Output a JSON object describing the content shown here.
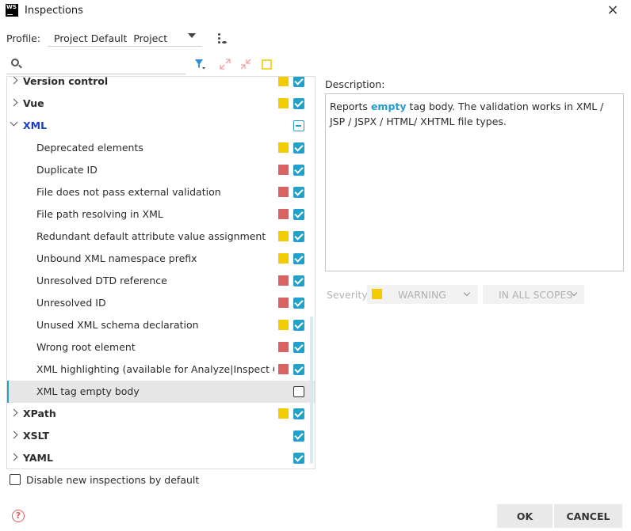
{
  "window": {
    "title": "Inspections",
    "app_logo_text": "WS"
  },
  "profile": {
    "label": "Profile:",
    "value": "Project Default  Project"
  },
  "search": {
    "placeholder": ""
  },
  "colors": {
    "accent": "#21a0c9",
    "warning": "#f2cb00",
    "error": "#da6363",
    "group_highlight": "#1a3ebf"
  },
  "tree": {
    "rows": [
      {
        "label": "Version control",
        "kind": "group",
        "expanded": false,
        "severity": "warning",
        "checked": "on"
      },
      {
        "label": "Vue",
        "kind": "group",
        "expanded": false,
        "severity": "warning",
        "checked": "on"
      },
      {
        "label": "XML",
        "kind": "group",
        "expanded": true,
        "severity": null,
        "checked": "mixed"
      },
      {
        "label": "Deprecated elements",
        "kind": "child",
        "severity": "warning",
        "checked": "on"
      },
      {
        "label": "Duplicate ID",
        "kind": "child",
        "severity": "error",
        "checked": "on"
      },
      {
        "label": "File does not pass external validation",
        "kind": "child",
        "severity": "error",
        "checked": "on"
      },
      {
        "label": "File path resolving in XML",
        "kind": "child",
        "severity": "error",
        "checked": "on"
      },
      {
        "label": "Redundant default attribute value assignment",
        "kind": "child",
        "severity": "warning",
        "checked": "on"
      },
      {
        "label": "Unbound XML namespace prefix",
        "kind": "child",
        "severity": "warning",
        "checked": "on"
      },
      {
        "label": "Unresolved DTD reference",
        "kind": "child",
        "severity": "error",
        "checked": "on"
      },
      {
        "label": "Unresolved ID",
        "kind": "child",
        "severity": "error",
        "checked": "on"
      },
      {
        "label": "Unused XML schema declaration",
        "kind": "child",
        "severity": "warning",
        "checked": "on"
      },
      {
        "label": "Wrong root element",
        "kind": "child",
        "severity": "error",
        "checked": "on"
      },
      {
        "label": "XML highlighting (available for Analyze|Inspect Cod",
        "kind": "child",
        "severity": "error",
        "checked": "on"
      },
      {
        "label": "XML tag empty body",
        "kind": "child",
        "severity": null,
        "checked": "off",
        "selected": true
      },
      {
        "label": "XPath",
        "kind": "group",
        "expanded": false,
        "severity": "warning",
        "checked": "on"
      },
      {
        "label": "XSLT",
        "kind": "group",
        "expanded": false,
        "severity": null,
        "checked": "on"
      },
      {
        "label": "YAML",
        "kind": "group",
        "expanded": false,
        "severity": null,
        "checked": "on"
      }
    ]
  },
  "disable_new": {
    "label": "Disable new inspections by default",
    "checked": false
  },
  "description": {
    "label": "Description:",
    "pre": "Reports ",
    "highlight": "empty",
    "post": " tag body. The validation works in XML / JSP / JSPX / HTML/ XHTML file types."
  },
  "severity": {
    "label": "Severity:",
    "value": "WARNING"
  },
  "scope": {
    "value": "IN ALL SCOPES"
  },
  "buttons": {
    "ok": "OK",
    "cancel": "CANCEL",
    "help": "?"
  }
}
